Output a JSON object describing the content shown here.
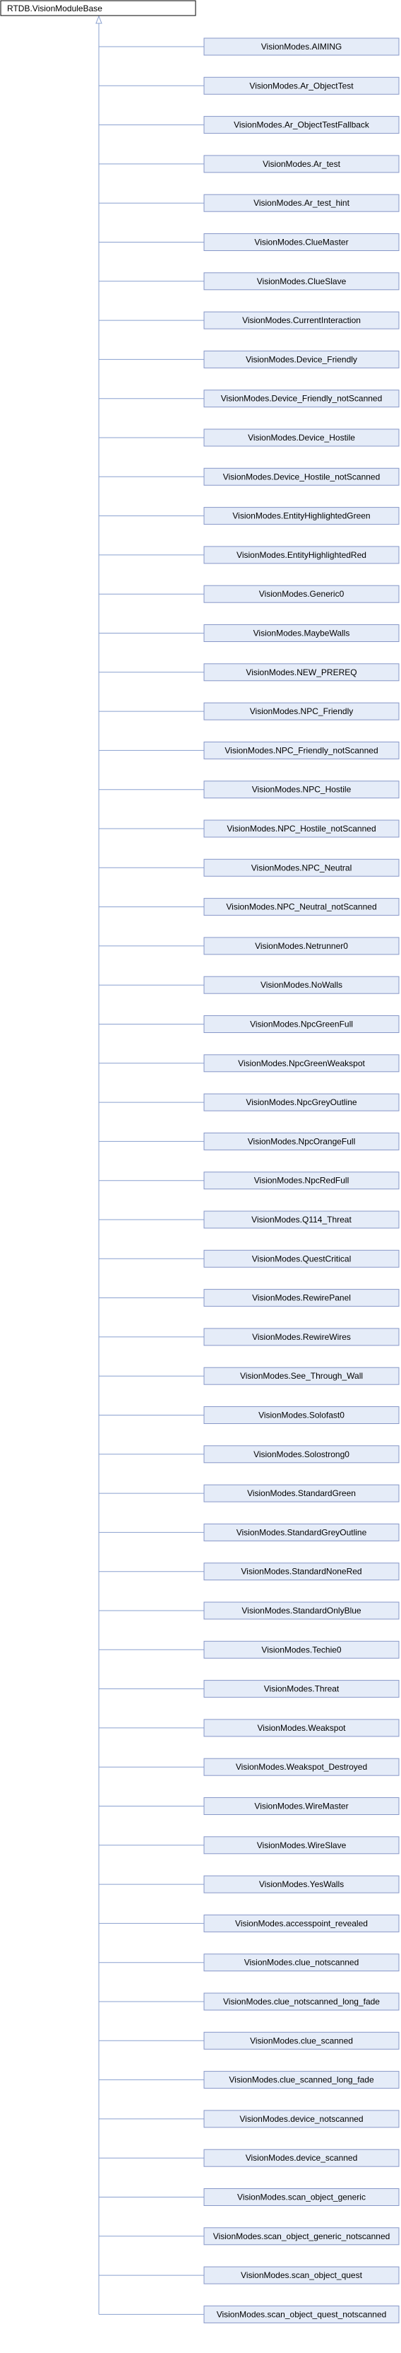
{
  "base_class": {
    "name": "RTDB.VisionModuleBase"
  },
  "colors": {
    "edge": "#8aa0cf",
    "node_fill": "#e5ecf8",
    "node_border": "#8797c8",
    "base_fill": "#ffffff",
    "base_border": "#000000",
    "text": "#000000"
  },
  "derived_classes": [
    {
      "name": "VisionModes.AIMING"
    },
    {
      "name": "VisionModes.Ar_ObjectTest"
    },
    {
      "name": "VisionModes.Ar_ObjectTestFallback"
    },
    {
      "name": "VisionModes.Ar_test"
    },
    {
      "name": "VisionModes.Ar_test_hint"
    },
    {
      "name": "VisionModes.ClueMaster"
    },
    {
      "name": "VisionModes.ClueSlave"
    },
    {
      "name": "VisionModes.CurrentInteraction"
    },
    {
      "name": "VisionModes.Device_Friendly"
    },
    {
      "name": "VisionModes.Device_Friendly_notScanned"
    },
    {
      "name": "VisionModes.Device_Hostile"
    },
    {
      "name": "VisionModes.Device_Hostile_notScanned"
    },
    {
      "name": "VisionModes.EntityHighlightedGreen"
    },
    {
      "name": "VisionModes.EntityHighlightedRed"
    },
    {
      "name": "VisionModes.Generic0"
    },
    {
      "name": "VisionModes.MaybeWalls"
    },
    {
      "name": "VisionModes.NEW_PREREQ"
    },
    {
      "name": "VisionModes.NPC_Friendly"
    },
    {
      "name": "VisionModes.NPC_Friendly_notScanned"
    },
    {
      "name": "VisionModes.NPC_Hostile"
    },
    {
      "name": "VisionModes.NPC_Hostile_notScanned"
    },
    {
      "name": "VisionModes.NPC_Neutral"
    },
    {
      "name": "VisionModes.NPC_Neutral_notScanned"
    },
    {
      "name": "VisionModes.Netrunner0"
    },
    {
      "name": "VisionModes.NoWalls"
    },
    {
      "name": "VisionModes.NpcGreenFull"
    },
    {
      "name": "VisionModes.NpcGreenWeakspot"
    },
    {
      "name": "VisionModes.NpcGreyOutline"
    },
    {
      "name": "VisionModes.NpcOrangeFull"
    },
    {
      "name": "VisionModes.NpcRedFull"
    },
    {
      "name": "VisionModes.Q114_Threat"
    },
    {
      "name": "VisionModes.QuestCritical"
    },
    {
      "name": "VisionModes.RewirePanel"
    },
    {
      "name": "VisionModes.RewireWires"
    },
    {
      "name": "VisionModes.See_Through_Wall"
    },
    {
      "name": "VisionModes.Solofast0"
    },
    {
      "name": "VisionModes.Solostrong0"
    },
    {
      "name": "VisionModes.StandardGreen"
    },
    {
      "name": "VisionModes.StandardGreyOutline"
    },
    {
      "name": "VisionModes.StandardNoneRed"
    },
    {
      "name": "VisionModes.StandardOnlyBlue"
    },
    {
      "name": "VisionModes.Techie0"
    },
    {
      "name": "VisionModes.Threat"
    },
    {
      "name": "VisionModes.Weakspot"
    },
    {
      "name": "VisionModes.Weakspot_Destroyed"
    },
    {
      "name": "VisionModes.WireMaster"
    },
    {
      "name": "VisionModes.WireSlave"
    },
    {
      "name": "VisionModes.YesWalls"
    },
    {
      "name": "VisionModes.accesspoint_revealed"
    },
    {
      "name": "VisionModes.clue_notscanned"
    },
    {
      "name": "VisionModes.clue_notscanned_long_fade"
    },
    {
      "name": "VisionModes.clue_scanned"
    },
    {
      "name": "VisionModes.clue_scanned_long_fade"
    },
    {
      "name": "VisionModes.device_notscanned"
    },
    {
      "name": "VisionModes.device_scanned"
    },
    {
      "name": "VisionModes.scan_object_generic"
    },
    {
      "name": "VisionModes.scan_object_generic_notscanned"
    },
    {
      "name": "VisionModes.scan_object_quest"
    },
    {
      "name": "VisionModes.scan_object_quest_notscanned"
    }
  ]
}
